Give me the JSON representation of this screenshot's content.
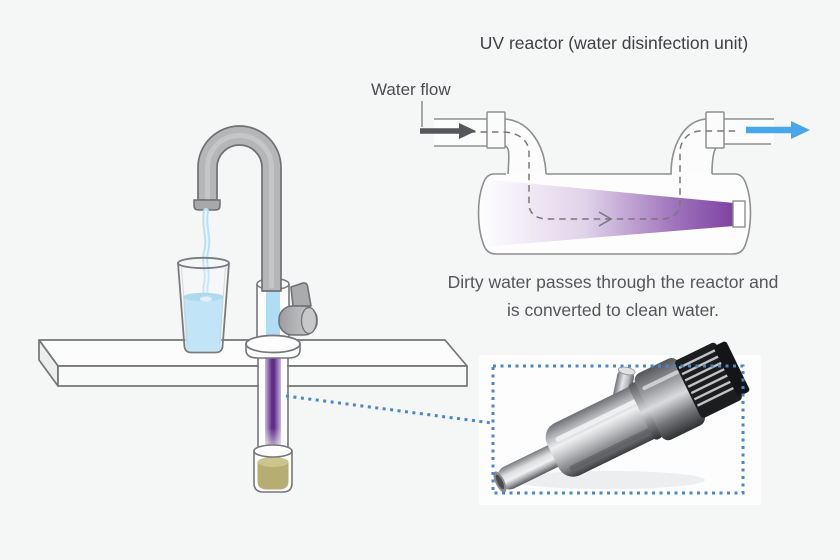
{
  "reactor_diagram": {
    "title": "UV reactor (water disinfection unit)",
    "water_flow_label": "Water flow",
    "caption_line1": "Dirty water passes through the reactor and",
    "caption_line2": "is converted to clean water."
  },
  "faucet_scene": {
    "elements": [
      "gooseneck-faucet",
      "glass-of-clean-water",
      "countertop",
      "faucet-valve-handle",
      "under-counter-uv-tube",
      "dirty-water-cartridge"
    ]
  },
  "device_photo": {
    "subject": "stainless-steel UV reactor unit",
    "callout_style": "blue dotted box with dotted leader line"
  },
  "colors": {
    "background": "#f5f6f6",
    "uv_purple": "#7a3da1",
    "uv_core_purple": "#5f2d89",
    "clean_water_blue": "#47a7e8",
    "inlet_arrow_gray": "#56575a",
    "callout_blue": "#4a86c8",
    "water_blue": "#aeddf4",
    "dirty_water_olive": "#b6ad73",
    "faucet_gray": "#b4b6b8",
    "outline_gray": "#8d8f91"
  }
}
